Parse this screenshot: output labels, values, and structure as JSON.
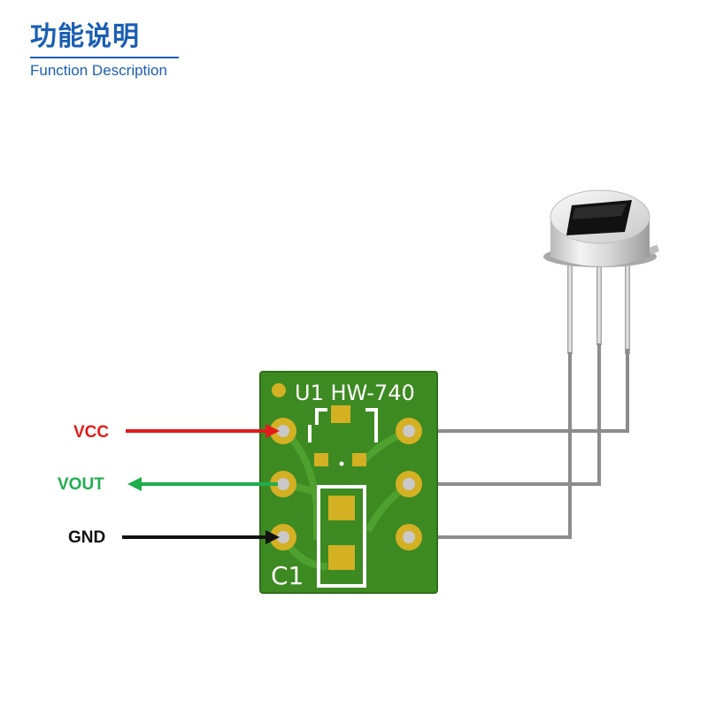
{
  "header": {
    "title_cn": "功能说明",
    "title_en": "Function Description"
  },
  "board": {
    "label_top": "U1 HW-740",
    "label_bottom": "C1"
  },
  "pins": [
    {
      "label": "VCC",
      "color": "#e31b1b",
      "direction": "in"
    },
    {
      "label": "VOUT",
      "color": "#1fae4e",
      "direction": "out"
    },
    {
      "label": "GND",
      "color": "#111111",
      "direction": "in"
    }
  ],
  "colors": {
    "title": "#1a5fb4",
    "pcb": "#3d8a22",
    "pad": "#d4b023",
    "lead": "#888888"
  }
}
